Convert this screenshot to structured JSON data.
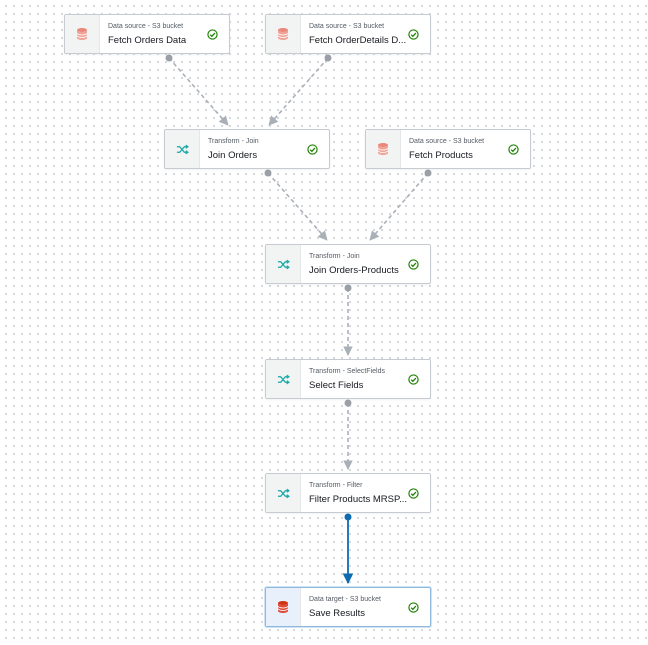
{
  "colors": {
    "source_icon": "#e9877a",
    "target_icon": "#d13212",
    "transform_icon": "#1aa6a6",
    "check": "#1d8102",
    "edge_dashed": "#aab0b7",
    "edge_active": "#0f6bb0"
  },
  "nodes": {
    "fetch_orders": {
      "type": "Data source - S3 bucket",
      "label": "Fetch Orders Data",
      "icon": "database-icon"
    },
    "fetch_order_details": {
      "type": "Data source - S3 bucket",
      "label": "Fetch OrderDetails D...",
      "icon": "database-icon"
    },
    "join_orders": {
      "type": "Transform - Join",
      "label": "Join Orders",
      "icon": "shuffle-icon"
    },
    "fetch_products": {
      "type": "Data source - S3 bucket",
      "label": "Fetch Products",
      "icon": "database-icon"
    },
    "join_orders_products": {
      "type": "Transform - Join",
      "label": "Join Orders-Products",
      "icon": "shuffle-icon"
    },
    "select_fields": {
      "type": "Transform - SelectFields",
      "label": "Select Fields",
      "icon": "shuffle-icon"
    },
    "filter_products": {
      "type": "Transform - Filter",
      "label": "Filter Products MRSP...",
      "icon": "shuffle-icon"
    },
    "save_results": {
      "type": "Data target - S3 bucket",
      "label": "Save Results",
      "icon": "database-icon"
    }
  }
}
